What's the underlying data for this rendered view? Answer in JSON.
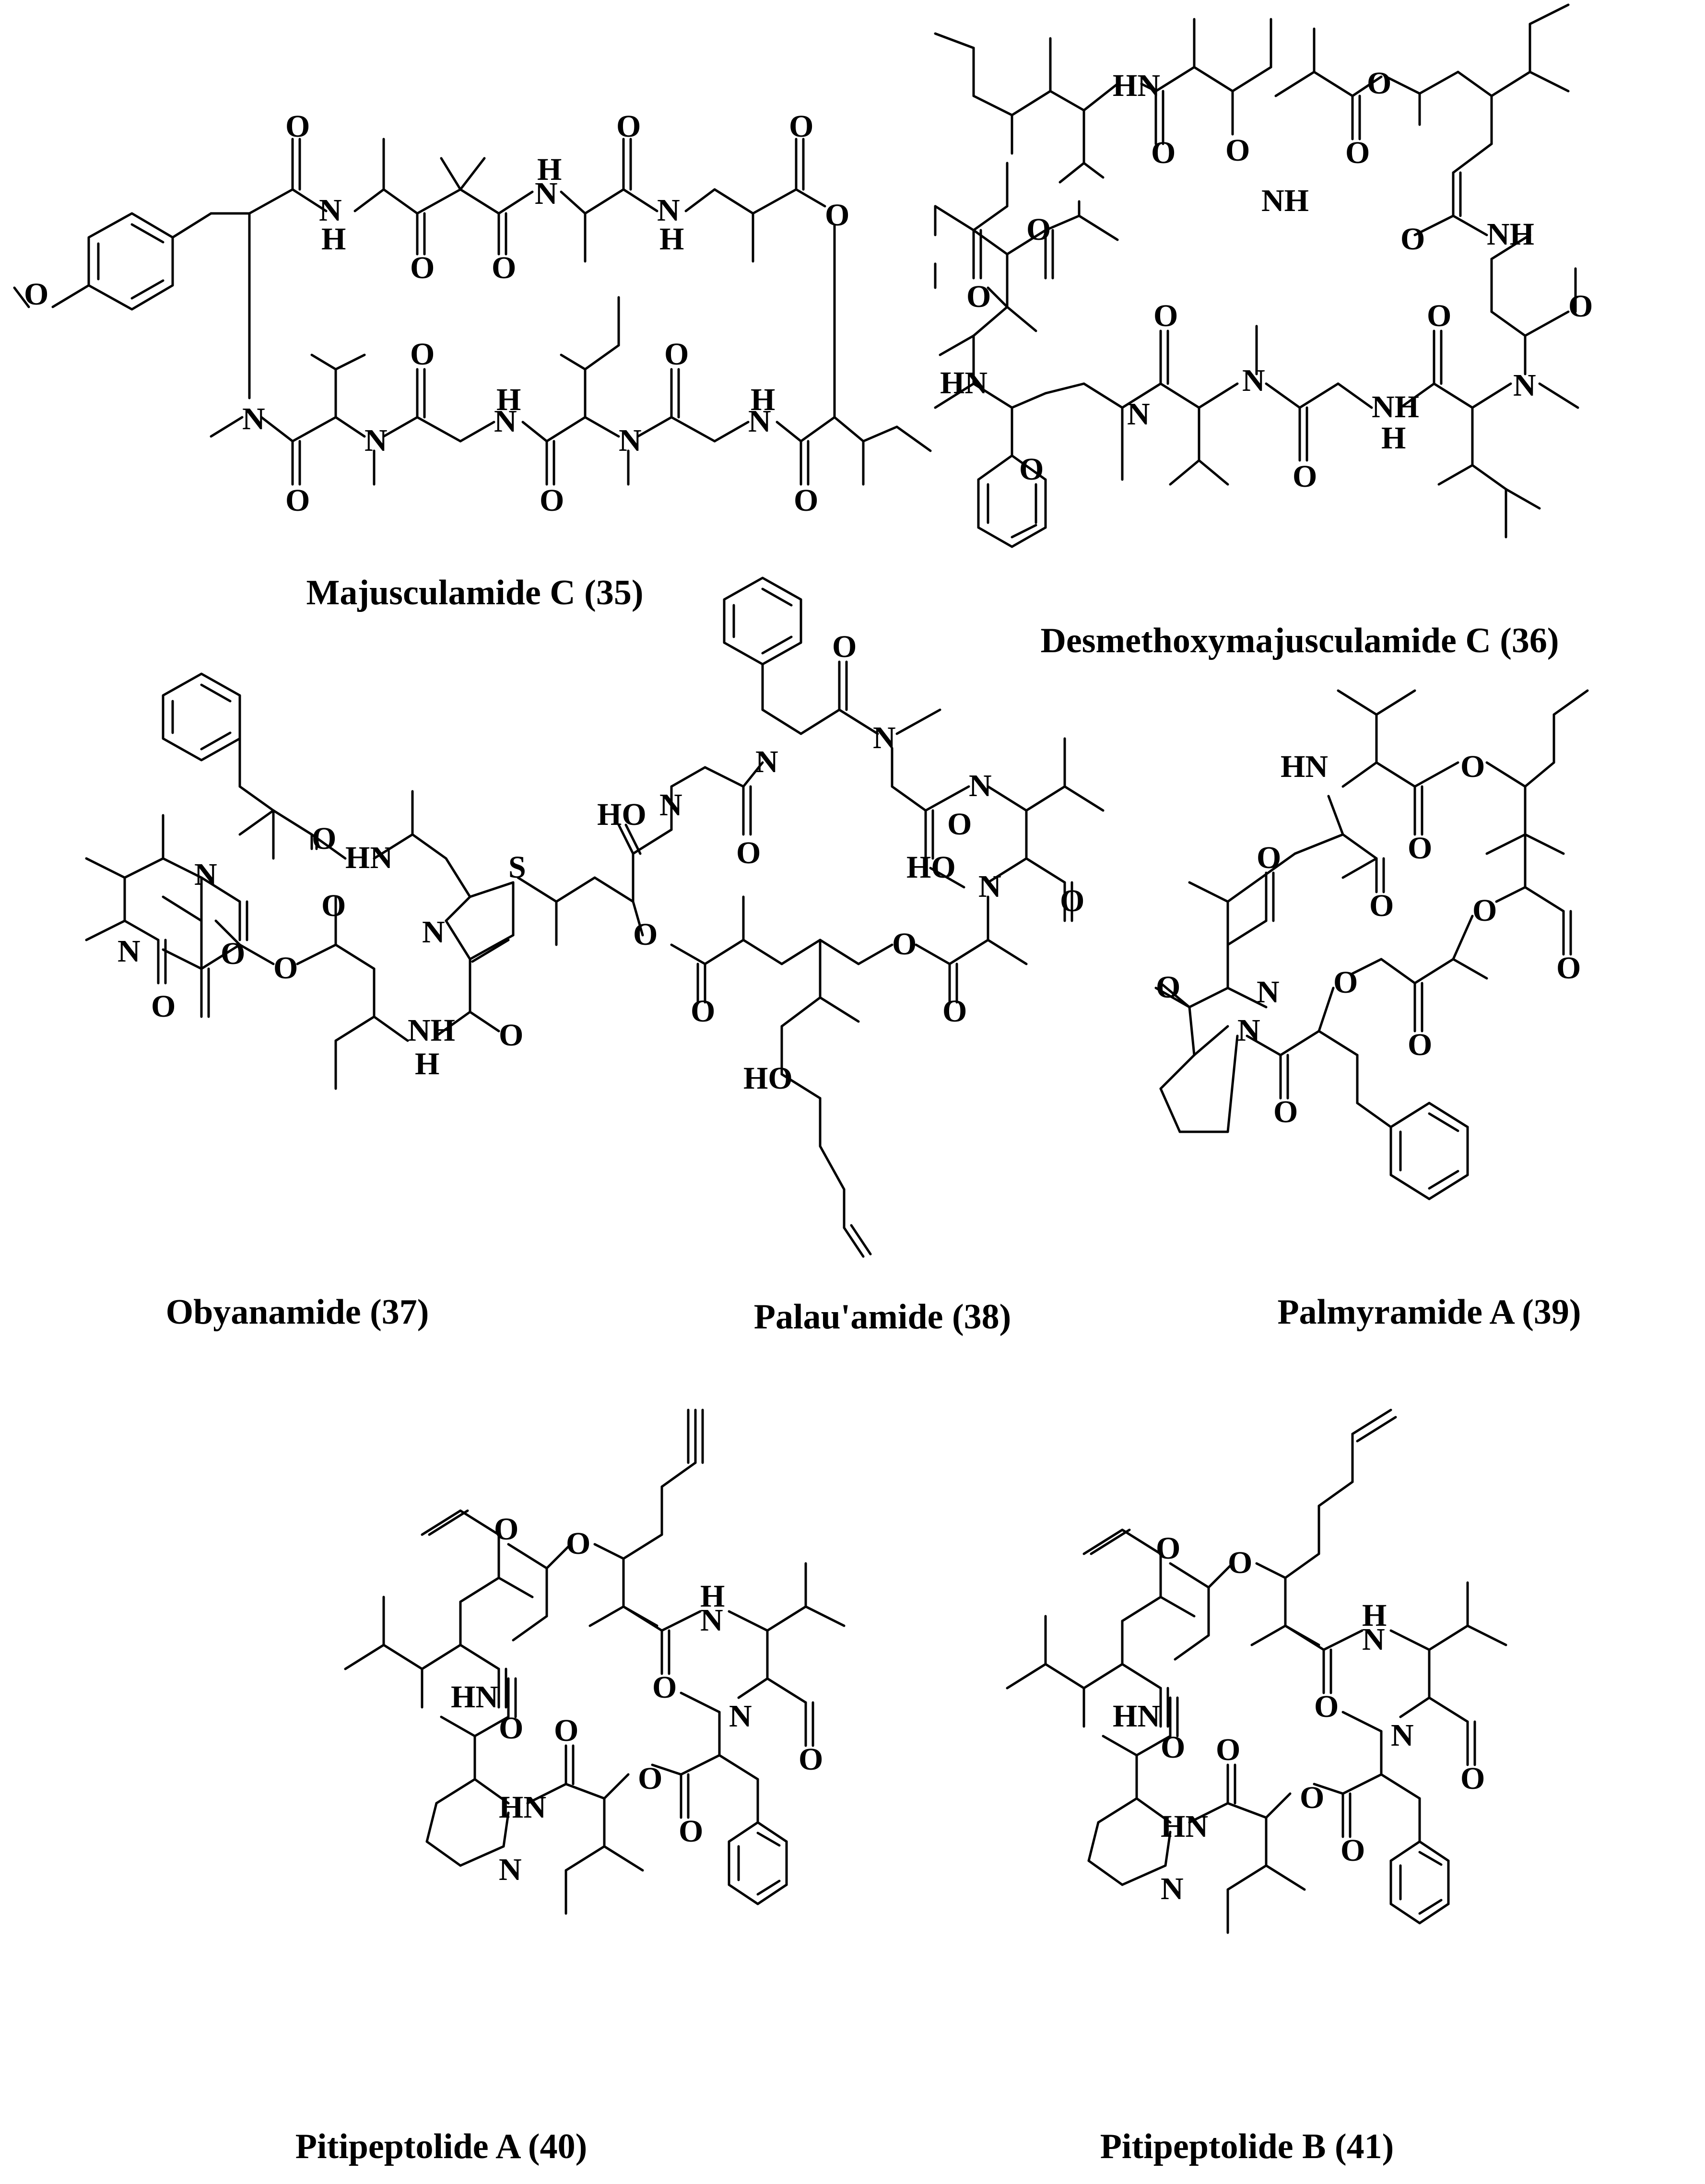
{
  "compounds": [
    {
      "id": "majusculamide-c",
      "label": "Majusculamide C (35)"
    },
    {
      "id": "desmethoxymajusculamide-c",
      "label": "Desmethoxymajusculamide C (36)"
    },
    {
      "id": "obyanamide",
      "label": "Obyanamide (37)"
    },
    {
      "id": "palauamide",
      "label": "Palau'amide (38)"
    },
    {
      "id": "palmyramide-a",
      "label": "Palmyramide A (39)"
    },
    {
      "id": "pitipeptolide-a",
      "label": "Pitipeptolide A (40)"
    },
    {
      "id": "pitipeptolide-b",
      "label": "Pitipeptolide B (41)"
    }
  ],
  "atoms": {
    "O": "O",
    "N": "N",
    "H": "H",
    "S": "S",
    "HN": "HN",
    "NH": "NH",
    "HO": "HO"
  }
}
